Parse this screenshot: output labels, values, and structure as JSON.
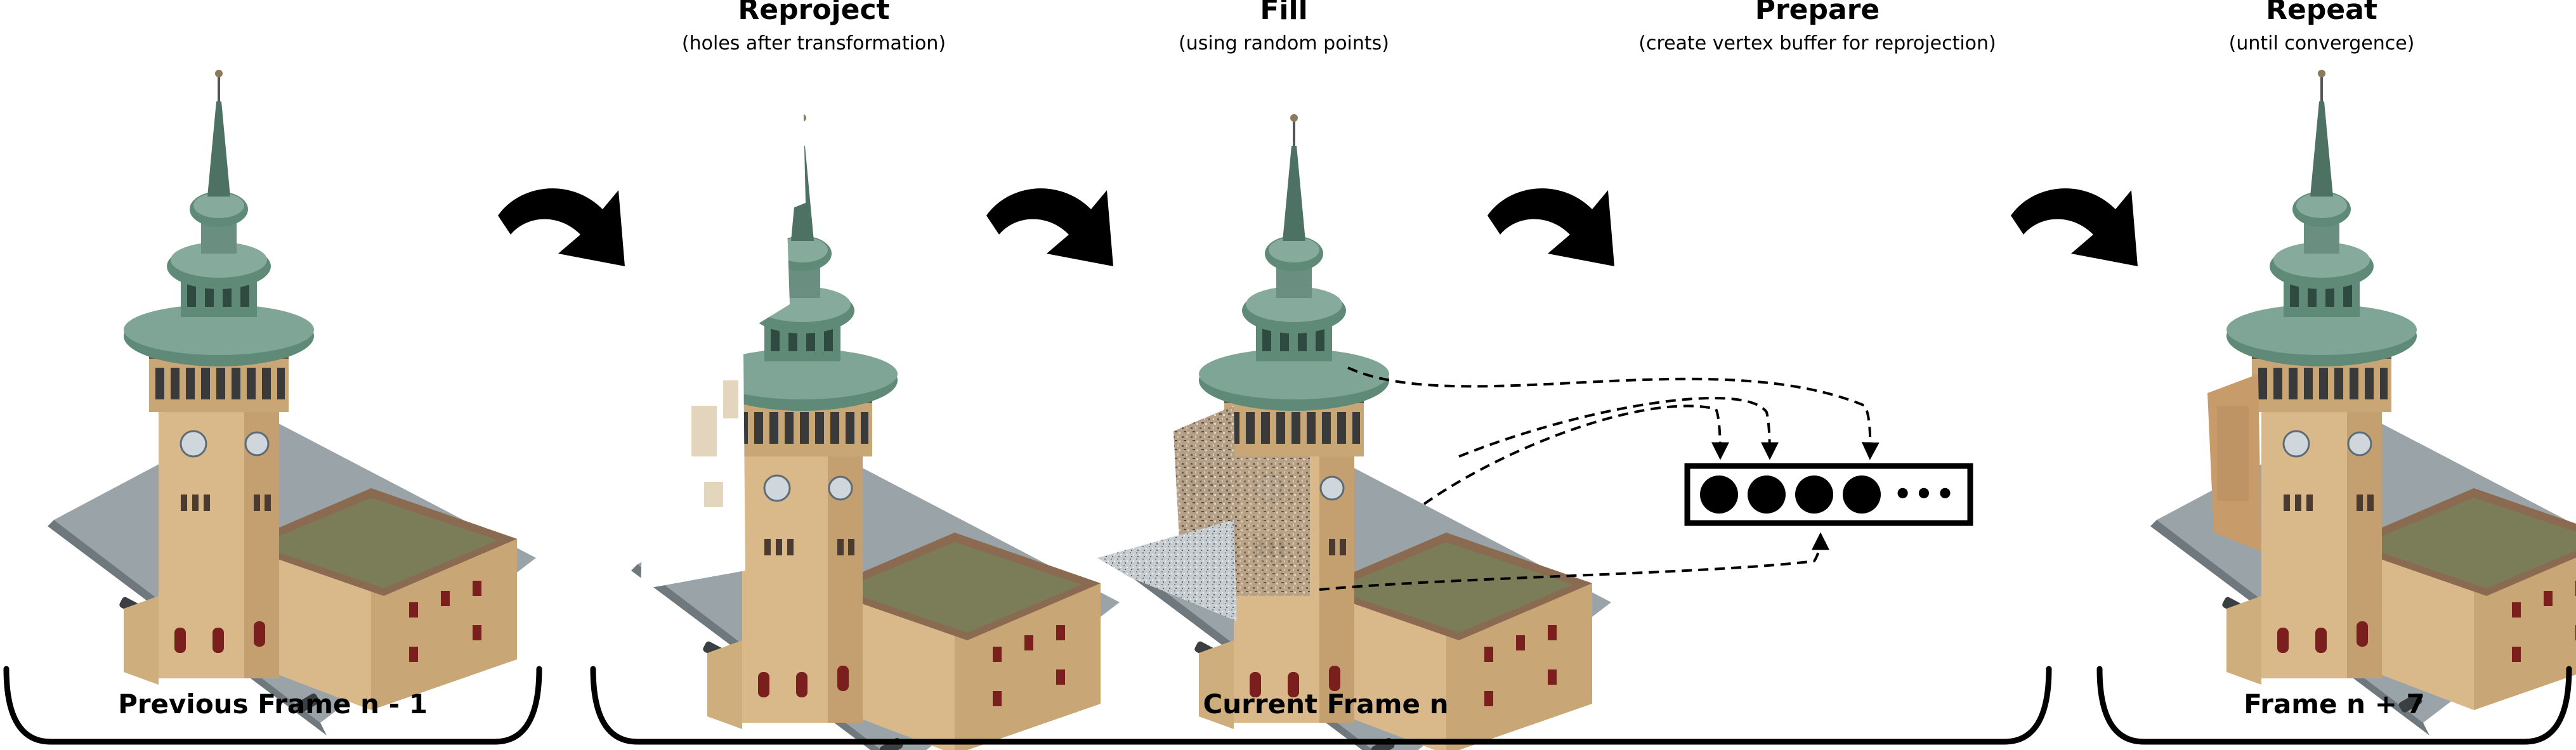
{
  "stages": [
    {
      "title": "Reproject",
      "subtitle": "(holes after transformation)"
    },
    {
      "title": "Fill",
      "subtitle": "(using random points)"
    },
    {
      "title": "Prepare",
      "subtitle": "(create vertex buffer for reprojection)"
    },
    {
      "title": "Repeat",
      "subtitle": "(until convergence)"
    }
  ],
  "frames": [
    {
      "label": "Previous Frame n - 1"
    },
    {
      "label": "Current Frame n"
    },
    {
      "label": "Frame n + 7"
    }
  ],
  "vertex_buffer": {
    "ellipsis": "•••"
  },
  "colors": {
    "ink": "#000000",
    "wall": "#d9b98a",
    "wall_shade": "#b89568",
    "roof": "#5f8a78",
    "roof_dark": "#3e6356",
    "tile_roof": "#8a6a50",
    "ground": "#9aa3a8",
    "ground_dark": "#6f787d",
    "noise": "#7a6a58"
  }
}
